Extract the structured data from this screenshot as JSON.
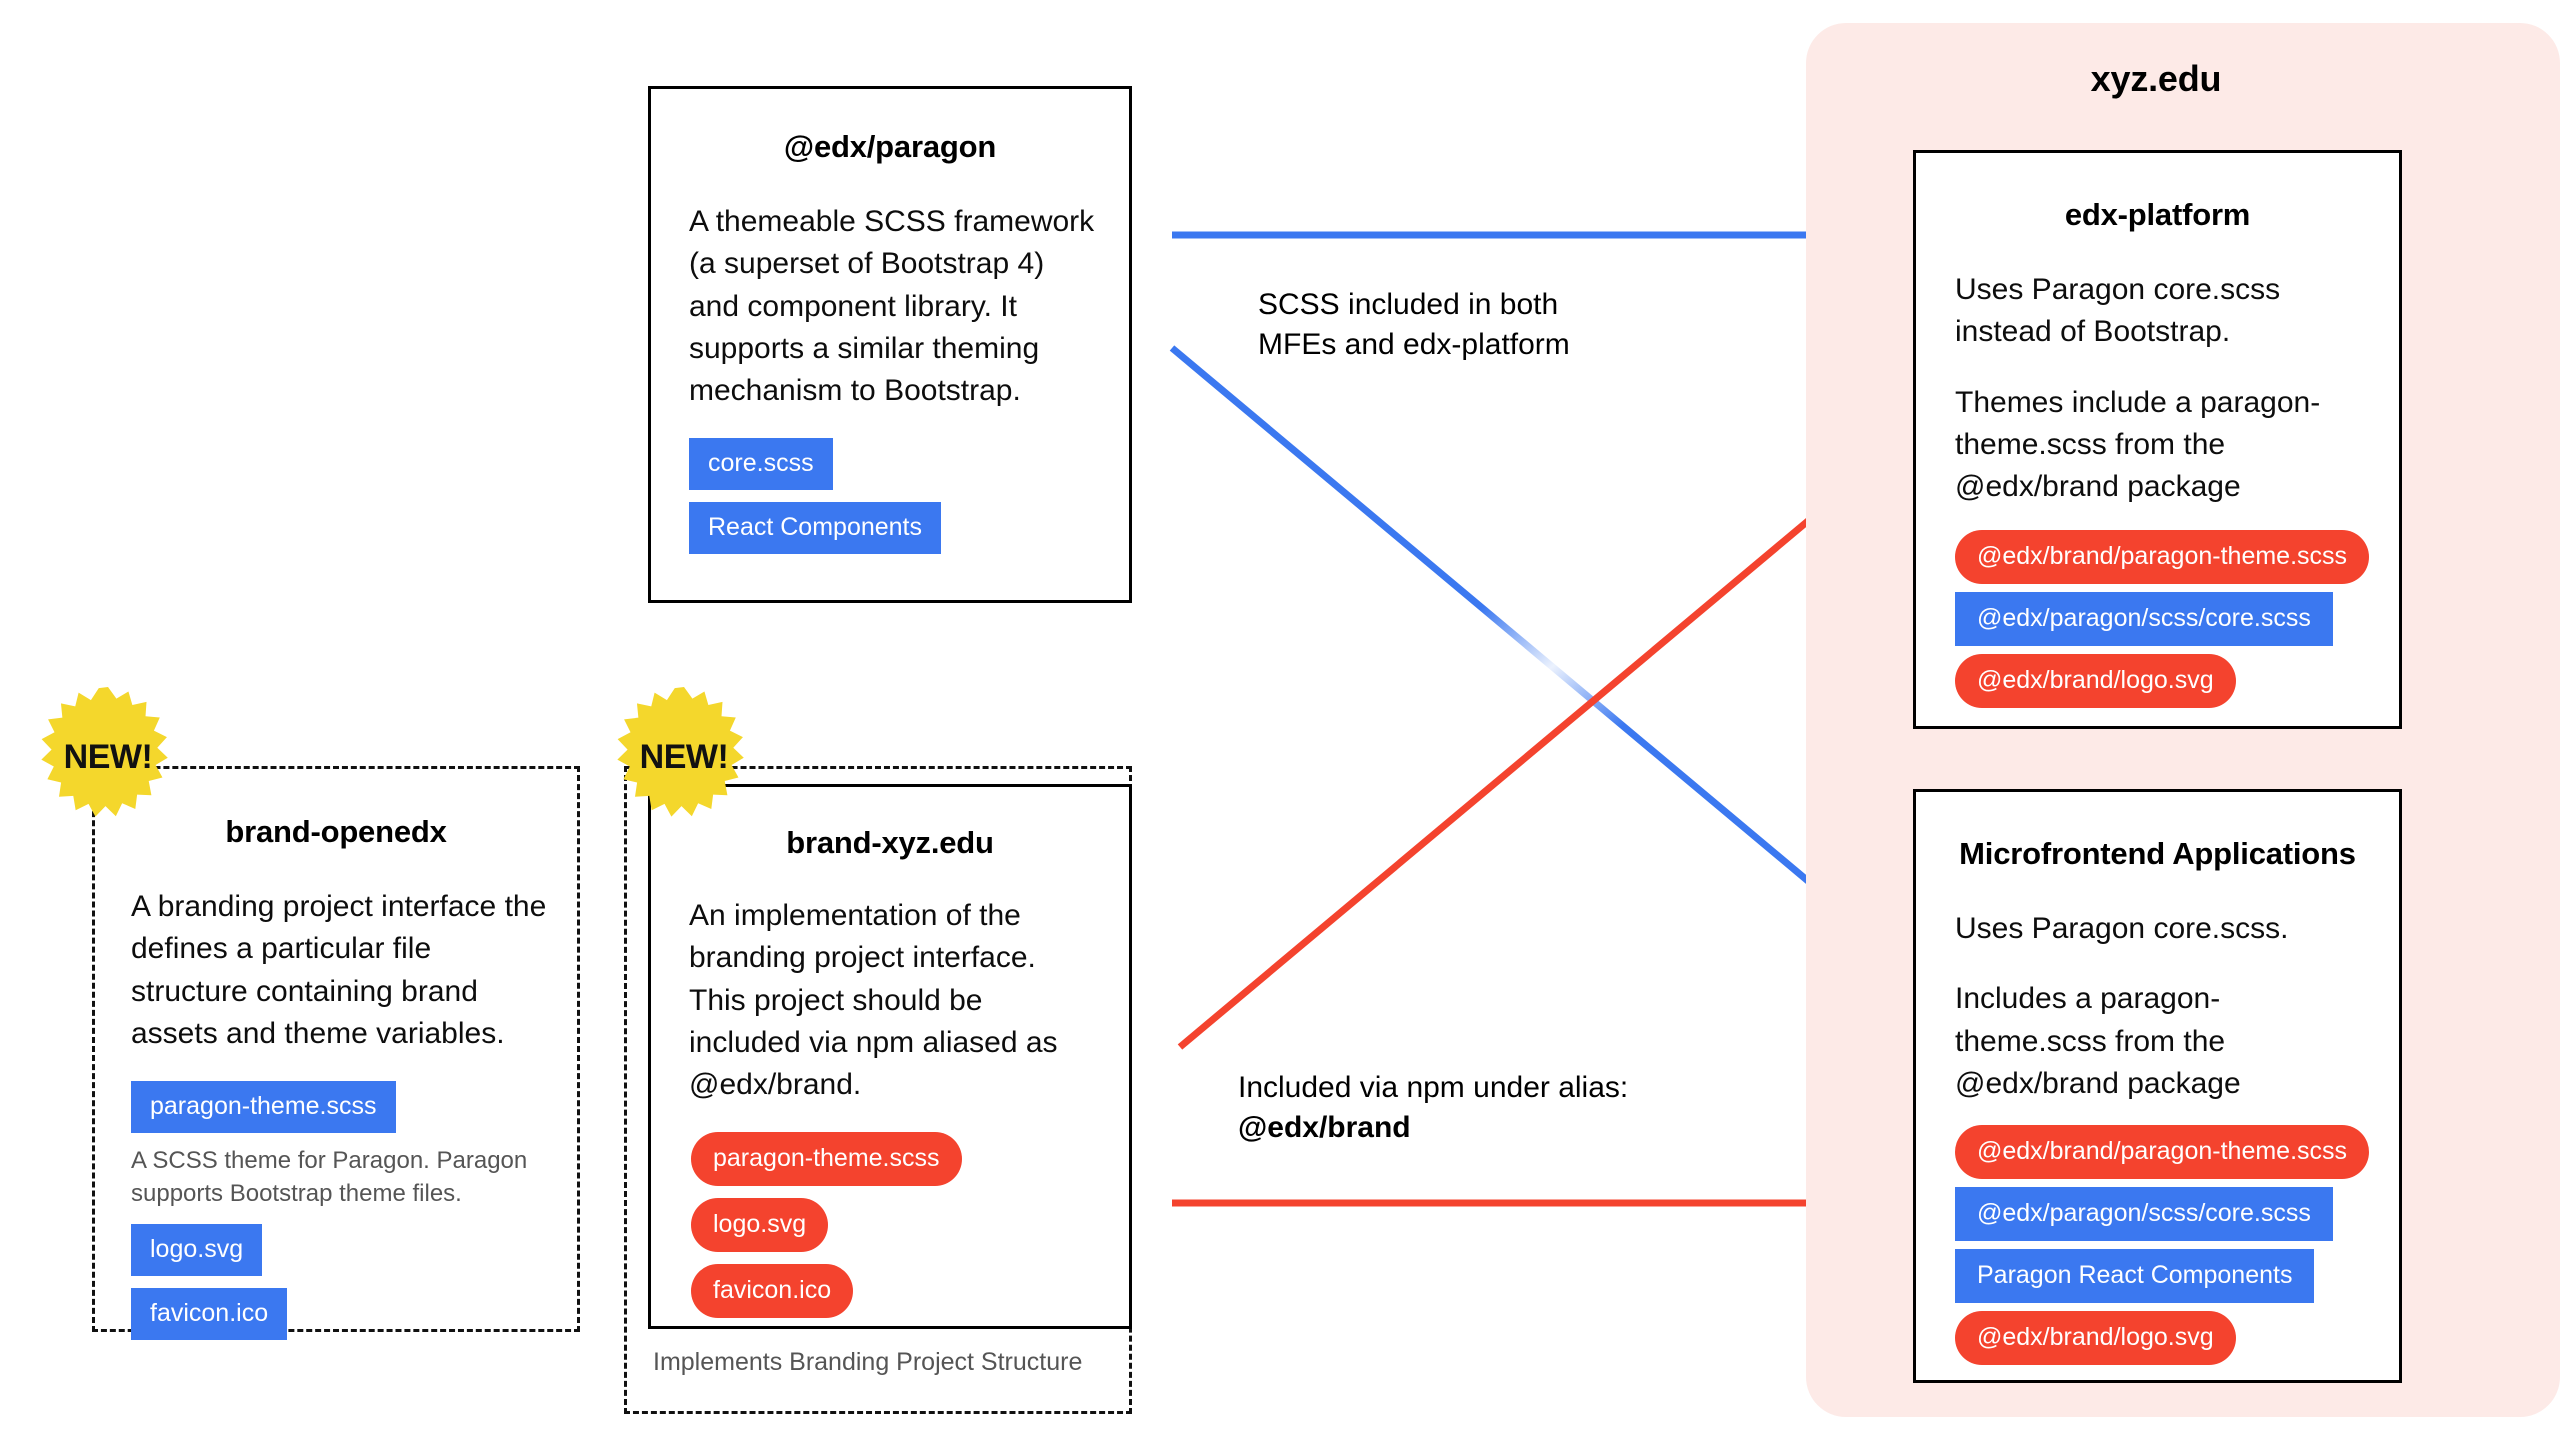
{
  "colors": {
    "blue": "#3b78f0",
    "red": "#f4432e",
    "pink_panel": "#fdeae7",
    "yellow_badge": "#f4d72c",
    "border": "#000000",
    "muted_text": "#555555"
  },
  "badges": {
    "new_label": "NEW!"
  },
  "paragon_card": {
    "title": "@edx/paragon",
    "body": "A themeable SCSS framework (a superset of Bootstrap 4) and component library. It supports a similar theming mechanism to Bootstrap.",
    "pills": [
      {
        "label": "core.scss",
        "style": "blue"
      },
      {
        "label": "React Components",
        "style": "blue"
      }
    ]
  },
  "brand_openedx_card": {
    "title": "brand-openedx",
    "body": "A branding project interface the defines a particular file structure containing brand assets and theme variables.",
    "pills": [
      {
        "label": "paragon-theme.scss",
        "style": "blue"
      }
    ],
    "note": "A SCSS theme for Paragon. Paragon supports Bootstrap theme files.",
    "pills_after_note": [
      {
        "label": "logo.svg",
        "style": "blue"
      },
      {
        "label": "favicon.ico",
        "style": "blue"
      }
    ]
  },
  "brand_xyz_card": {
    "title": "brand-xyz.edu",
    "body": "An implementation of the branding project interface. This project should be included via npm aliased as @edx/brand.",
    "pills": [
      {
        "label": "paragon-theme.scss",
        "style": "red"
      },
      {
        "label": "logo.svg",
        "style": "red"
      },
      {
        "label": "favicon.ico",
        "style": "red"
      }
    ],
    "footer_label": "Implements Branding Project Structure"
  },
  "xyz_panel": {
    "title": "xyz.edu",
    "cards": [
      {
        "title": "edx-platform",
        "paragraphs": [
          "Uses Paragon core.scss instead of Bootstrap.",
          "Themes include a paragon-theme.scss from the @edx/brand package"
        ],
        "pills": [
          {
            "label": "@edx/brand/paragon-theme.scss",
            "style": "red"
          },
          {
            "label": "@edx/paragon/scss/core.scss",
            "style": "blue"
          },
          {
            "label": "@edx/brand/logo.svg",
            "style": "red"
          }
        ]
      },
      {
        "title": "Microfrontend Applications",
        "paragraphs": [
          "Uses Paragon core.scss.",
          "Includes a paragon-theme.scss from the @edx/brand package"
        ],
        "pills": [
          {
            "label": "@edx/brand/paragon-theme.scss",
            "style": "red"
          },
          {
            "label": "@edx/paragon/scss/core.scss",
            "style": "blue"
          },
          {
            "label": "Paragon React Components",
            "style": "blue"
          },
          {
            "label": "@edx/brand/logo.svg",
            "style": "red"
          }
        ]
      }
    ]
  },
  "connectors": {
    "scss_label_line1": "SCSS included in both",
    "scss_label_line2": "MFEs and edx-platform",
    "npm_label_line1": "Included via npm under alias:",
    "npm_label_line2": "@edx/brand"
  }
}
